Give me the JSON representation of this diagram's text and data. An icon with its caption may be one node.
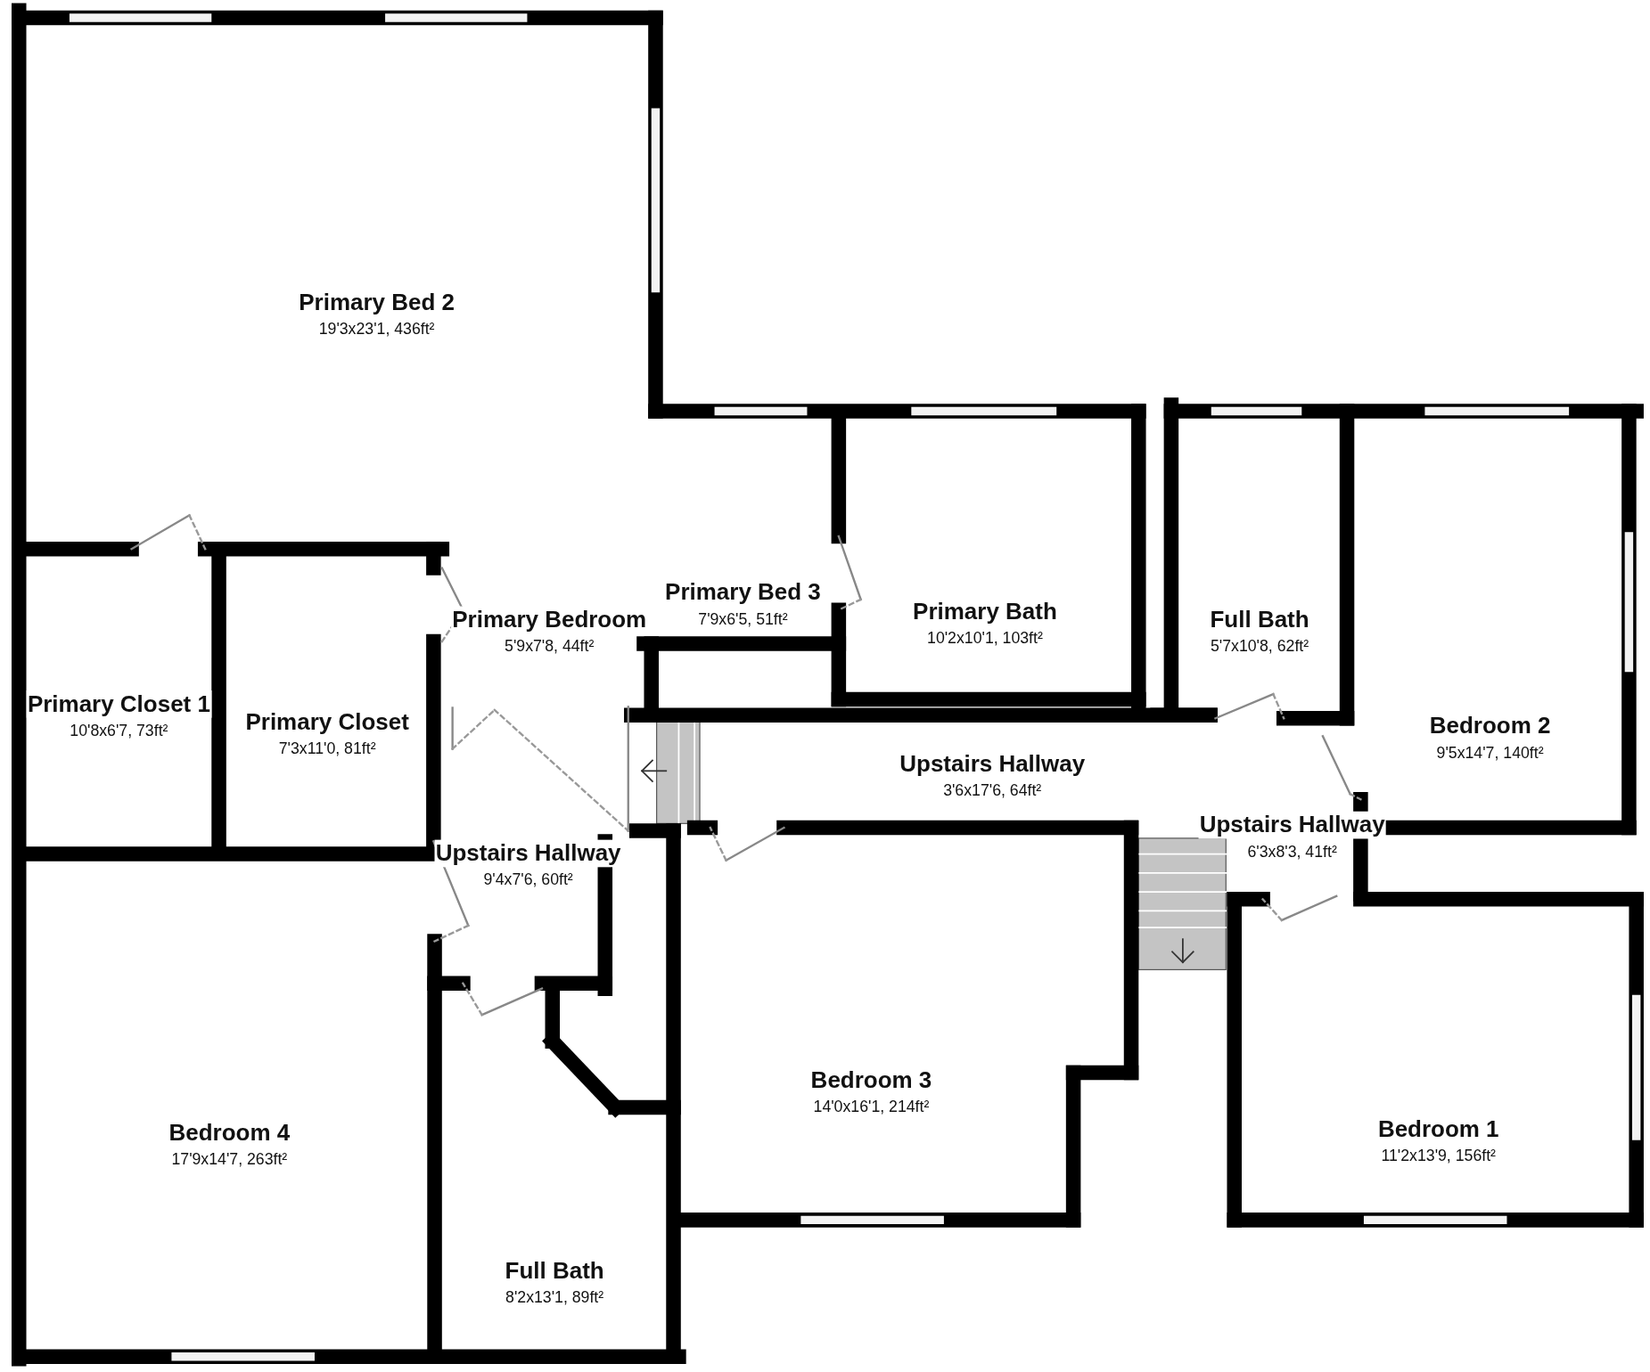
{
  "diagram": {
    "nodes": [
      {
        "text": [
          "Primary Bed 2",
          "19'3x23'1, 436ft²"
        ]
      },
      {
        "text": [
          "Primary Bed 3",
          "7'9x6'5, 51ft²"
        ]
      },
      {
        "text": [
          "Primary Bath",
          "10'2x10'1, 103ft²"
        ]
      },
      {
        "text": [
          "Full Bath",
          "5'7x10'8, 62ft²"
        ]
      },
      {
        "text": [
          "Primary Bedroom",
          "5'9x7'8, 44ft²"
        ]
      },
      {
        "text": [
          "Primary Closet 1",
          "10'8x6'7, 73ft²"
        ]
      },
      {
        "text": [
          "Bedroom 2",
          "9'5x14'7, 140ft²"
        ]
      },
      {
        "text": [
          "Primary Closet",
          "7'3x11'0, 81ft²"
        ]
      },
      {
        "text": [
          "Upstairs Hallway",
          "3'6x17'6, 64ft²"
        ]
      },
      {
        "text": [
          "Upstairs Hallway",
          "6'3x8'3, 41ft²"
        ]
      },
      {
        "text": [
          "Upstairs Hallway",
          "9'4x7'6, 60ft²"
        ]
      },
      {
        "text": [
          "Bedroom 3",
          "14'0x16'1, 214ft²"
        ]
      },
      {
        "text": [
          "Bedroom 1",
          "11'2x13'9, 156ft²"
        ]
      },
      {
        "text": [
          "Bedroom 4",
          "17'9x14'7, 263ft²"
        ]
      },
      {
        "text": [
          "Full Bath",
          "8'2x13'1, 89ft²"
        ]
      }
    ]
  }
}
